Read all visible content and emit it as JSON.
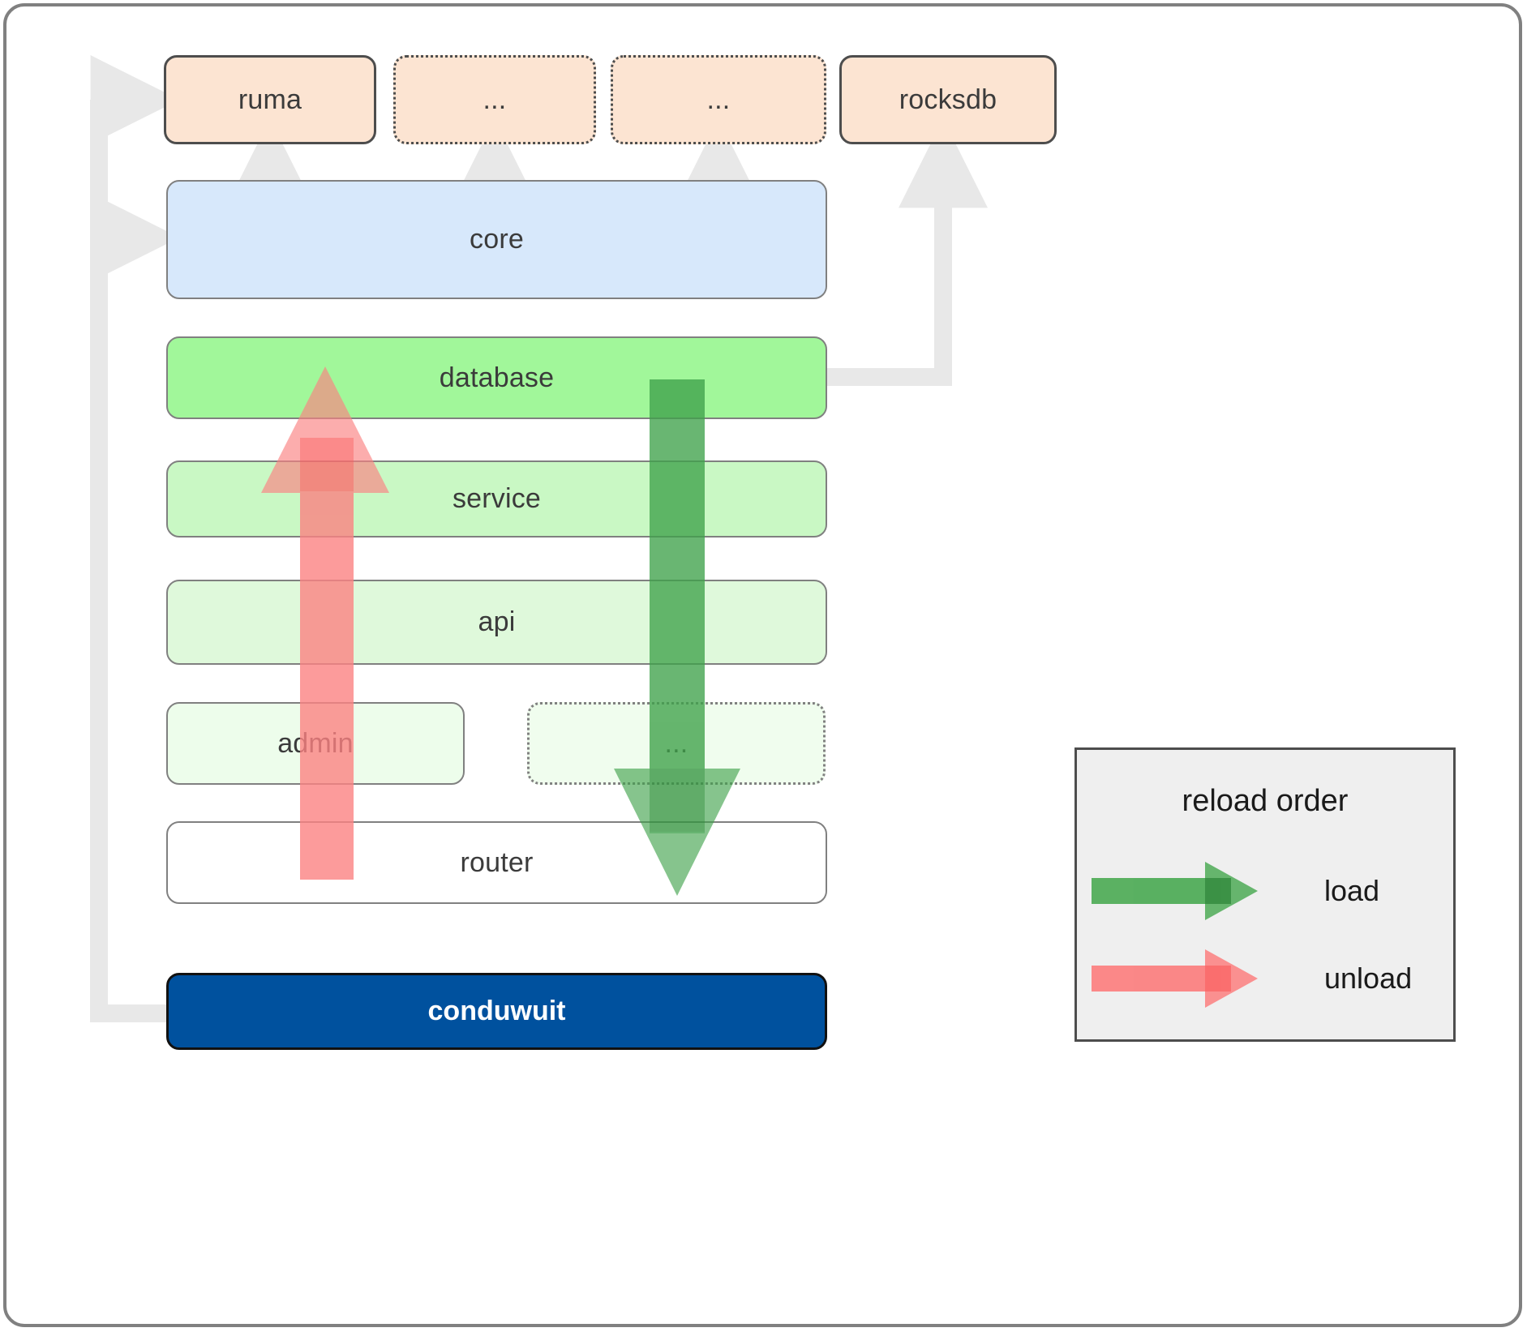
{
  "diagram": {
    "title": "conduwuit crate / reload order architecture",
    "dependencies": [
      {
        "id": "ruma",
        "label": "ruma",
        "style": "solid"
      },
      {
        "id": "dep-2",
        "label": "...",
        "style": "dotted"
      },
      {
        "id": "dep-3",
        "label": "...",
        "style": "dotted"
      },
      {
        "id": "rocksdb",
        "label": "rocksdb",
        "style": "solid"
      }
    ],
    "layers": [
      {
        "id": "core",
        "label": "core",
        "color": "#d7e8fb",
        "style": "solid"
      },
      {
        "id": "database",
        "label": "database",
        "color": "#a1f79a",
        "style": "solid"
      },
      {
        "id": "service",
        "label": "service",
        "color": "#c9f8c4",
        "style": "solid"
      },
      {
        "id": "api",
        "label": "api",
        "color": "#dff9db",
        "style": "solid"
      },
      {
        "id": "admin",
        "label": "admin",
        "color": "#edfdeb",
        "style": "solid"
      },
      {
        "id": "dots-low",
        "label": "...",
        "color": "#f0fdee",
        "style": "dotted"
      },
      {
        "id": "router",
        "label": "router",
        "color": "#ffffff",
        "style": "solid"
      }
    ],
    "root": {
      "id": "conduwuit",
      "label": "conduwuit",
      "color": "#00519e",
      "text_color": "#ffffff"
    },
    "legend": {
      "title": "reload order",
      "items": [
        {
          "id": "load",
          "label": "load",
          "color": "#52ad5a",
          "direction": "down"
        },
        {
          "id": "unload",
          "label": "unload",
          "color": "#fb8282",
          "direction": "up"
        }
      ]
    },
    "colors": {
      "dependency_fill": "#fce4d2",
      "dependency_border": "#4d4d4d",
      "layer_border": "#808080",
      "wire": "#e8e8e8",
      "load_arrow": "#3fa14a",
      "unload_arrow": "#fb8282",
      "frame_border": "#808080",
      "text": "#3b3b3b"
    }
  }
}
